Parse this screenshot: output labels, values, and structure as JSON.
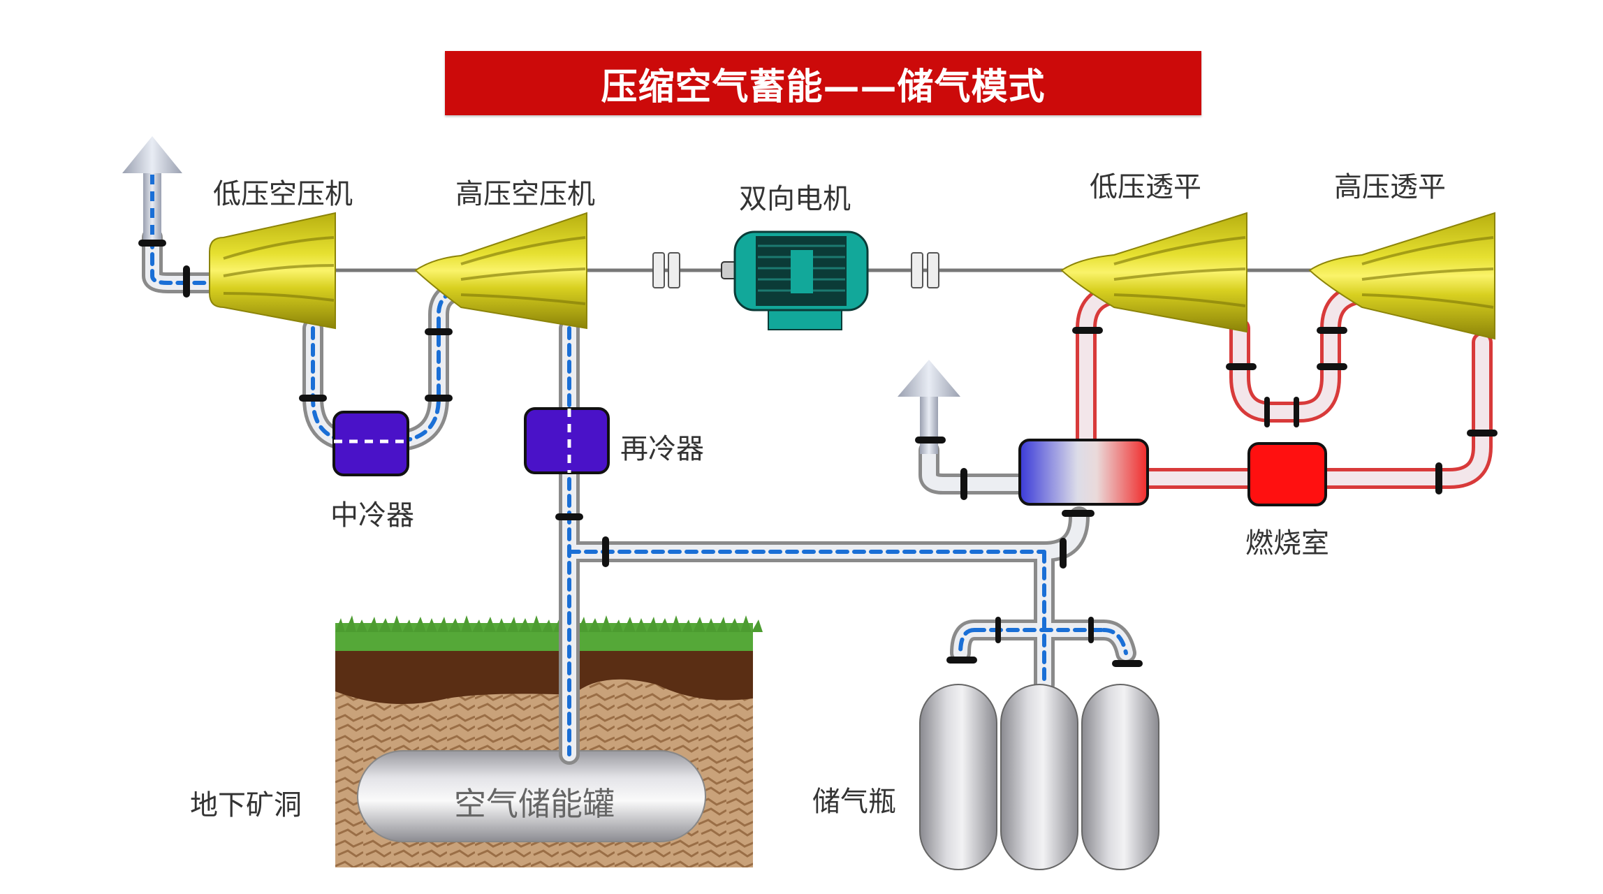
{
  "title": "压缩空气蓄能——储气模式",
  "components": {
    "lp_compressor": "低压空压机",
    "hp_compressor": "高压空压机",
    "motor": "双向电机",
    "lp_turbine": "低压透平",
    "hp_turbine": "高压透平",
    "intercooler": "中冷器",
    "aftercooler": "再冷器",
    "combustor": "燃烧室",
    "underground_cavern": "地下矿洞",
    "storage_tank": "空气储能罐",
    "gas_cylinders": "储气瓶"
  },
  "colors": {
    "banner": "#cc0a0a",
    "cold_flow": "#1a6fd6",
    "hot_flow": "#d83a3a",
    "cooler": "#4a12c8",
    "combustor": "#ff1010",
    "motor": "#12a89a",
    "turbomachine": "#d8d420"
  }
}
